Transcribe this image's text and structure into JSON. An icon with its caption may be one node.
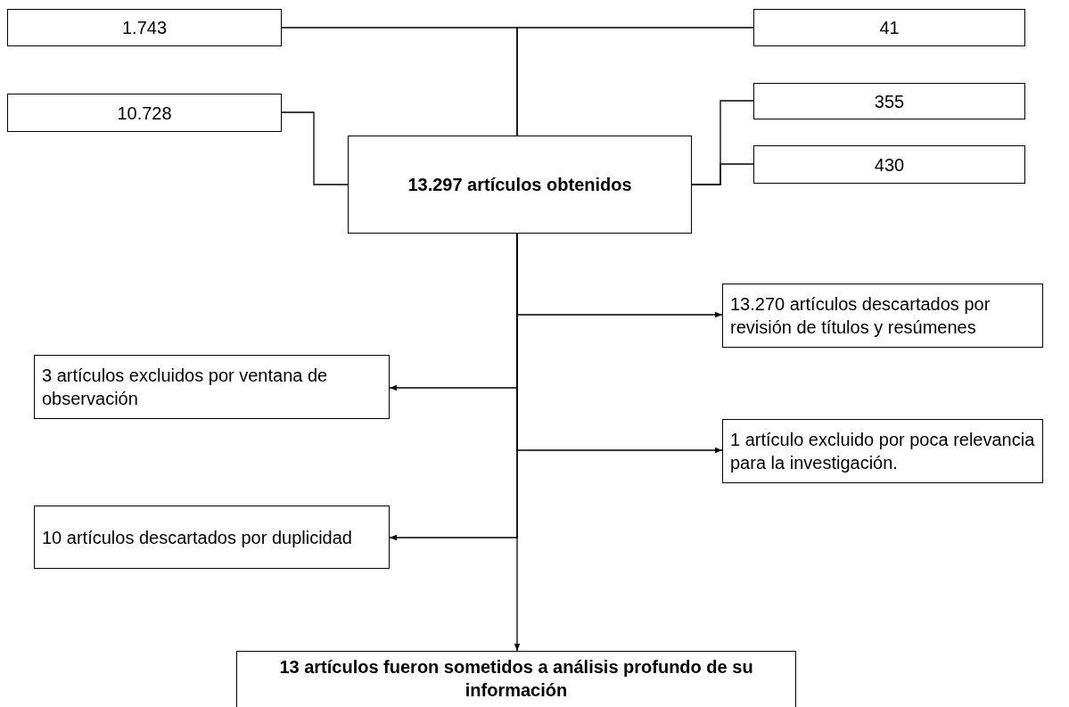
{
  "diagram": {
    "nodes": [
      {
        "text": [
          "1.743"
        ]
      },
      {
        "text": [
          "41"
        ]
      },
      {
        "text": [
          "10.728"
        ]
      },
      {
        "text": [
          "13.297 artículos obtenidos"
        ]
      },
      {
        "text": [
          "355"
        ]
      },
      {
        "text": [
          "430"
        ]
      },
      {
        "text": [
          "13.270 artículos descartados por revisión de títulos y resúmenes"
        ]
      },
      {
        "text": [
          "3 artículos excluidos por ventana de observación"
        ]
      },
      {
        "text": [
          "1 artículo excluido por poca relevancia para la investigación."
        ]
      },
      {
        "text": [
          "10 artículos descartados por duplicidad"
        ]
      },
      {
        "text": [
          "13 artículos fueron sometidos a análisis profundo de su información"
        ]
      }
    ],
    "edges": [
      {
        "from": 0,
        "to": 3,
        "arrow": "none"
      },
      {
        "from": 1,
        "to": 3,
        "arrow": "none"
      },
      {
        "from": 2,
        "to": 3,
        "arrow": "none"
      },
      {
        "from": 4,
        "to": 3,
        "arrow": "none"
      },
      {
        "from": 5,
        "to": 3,
        "arrow": "none"
      },
      {
        "from": 3,
        "to": 6,
        "arrow": "to"
      },
      {
        "from": 3,
        "to": 7,
        "arrow": "to"
      },
      {
        "from": 3,
        "to": 8,
        "arrow": "to"
      },
      {
        "from": 3,
        "to": 9,
        "arrow": "to"
      },
      {
        "from": 3,
        "to": 10,
        "arrow": "to"
      }
    ]
  }
}
